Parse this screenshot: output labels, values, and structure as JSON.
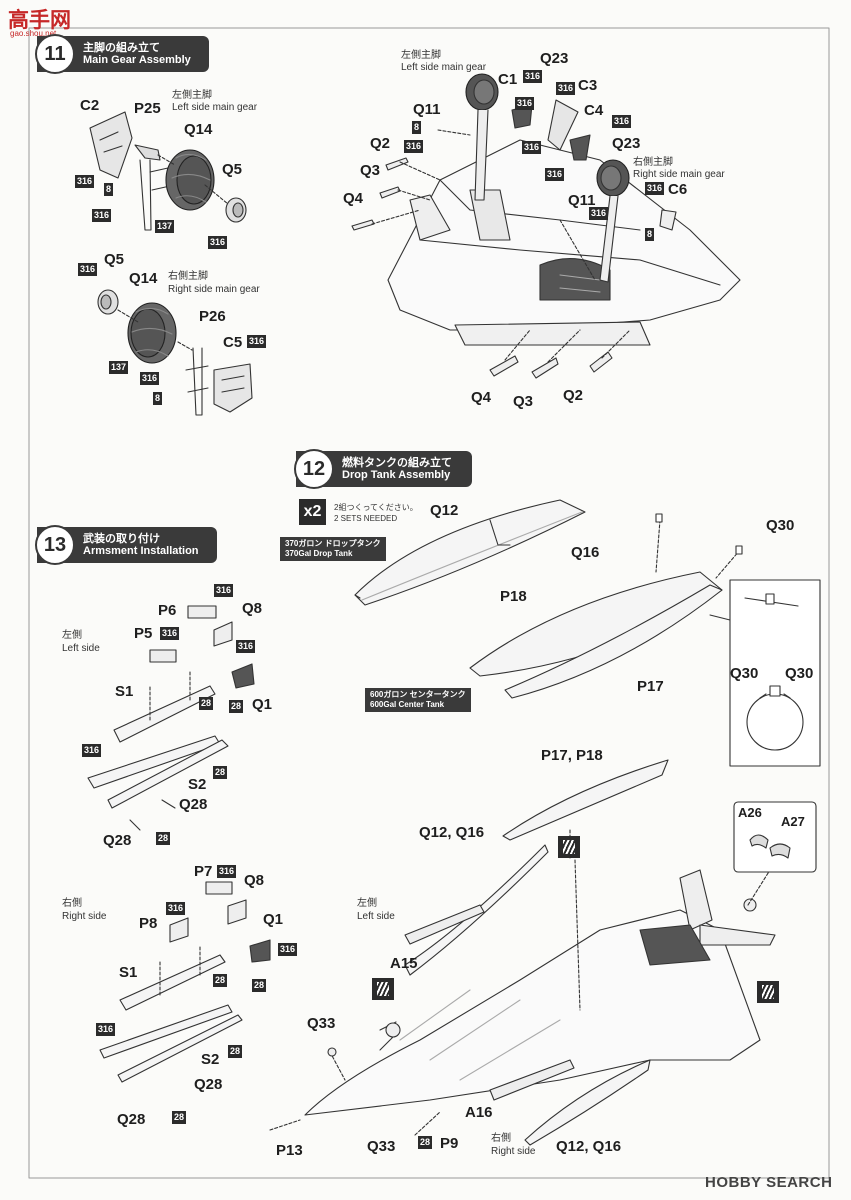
{
  "branding": {
    "site_logo": "高手网",
    "site_sub": "gao.shou.net",
    "watermark": "HOBBY SEARCH"
  },
  "step11": {
    "number": "11",
    "title_jp": "主脚の組み立て",
    "title_en": "Main Gear Assembly",
    "left_gear_jp": "左側主脚",
    "left_gear_en": "Left side main gear",
    "right_gear_jp": "右側主脚",
    "right_gear_en": "Right side main gear"
  },
  "step12": {
    "number": "12",
    "title_jp": "燃料タンクの組み立て",
    "title_en": "Drop Tank Assembly",
    "multiplier": "x2",
    "sets_jp": "2組つくってください。",
    "sets_en": "2 SETS NEEDED",
    "tank370_jp": "370ガロン ドロップタンク",
    "tank370_en": "370Gal Drop Tank",
    "tank600_jp": "600ガロン センタータンク",
    "tank600_en": "600Gal Center Tank"
  },
  "step13": {
    "number": "13",
    "title_jp": "武装の取り付け",
    "title_en": "Armsment Installation",
    "left_jp": "左側",
    "left_en": "Left side",
    "right_jp": "右側",
    "right_en": "Right side"
  },
  "labels": {
    "C2": "C2",
    "P25": "P25",
    "Q14": "Q14",
    "Q5": "Q5",
    "P26": "P26",
    "C5": "C5",
    "C1": "C1",
    "C3": "C3",
    "C4": "C4",
    "C6": "C6",
    "Q23": "Q23",
    "Q11": "Q11",
    "Q2": "Q2",
    "Q3": "Q3",
    "Q4": "Q4",
    "Q12": "Q12",
    "Q16": "Q16",
    "Q30": "Q30",
    "P18": "P18",
    "P17": "P17",
    "P6": "P6",
    "P5": "P5",
    "Q8": "Q8",
    "Q1": "Q1",
    "S1": "S1",
    "S2": "S2",
    "Q28": "Q28",
    "P7": "P7",
    "P8": "P8",
    "P17P18": "P17, P18",
    "Q12Q16": "Q12, Q16",
    "A26": "A26",
    "A27": "A27",
    "A15": "A15",
    "A16": "A16",
    "Q33": "Q33",
    "P13": "P13",
    "P9": "P9"
  },
  "paint_codes": {
    "c316": "316",
    "c8": "8",
    "c137": "137",
    "c28": "28"
  }
}
